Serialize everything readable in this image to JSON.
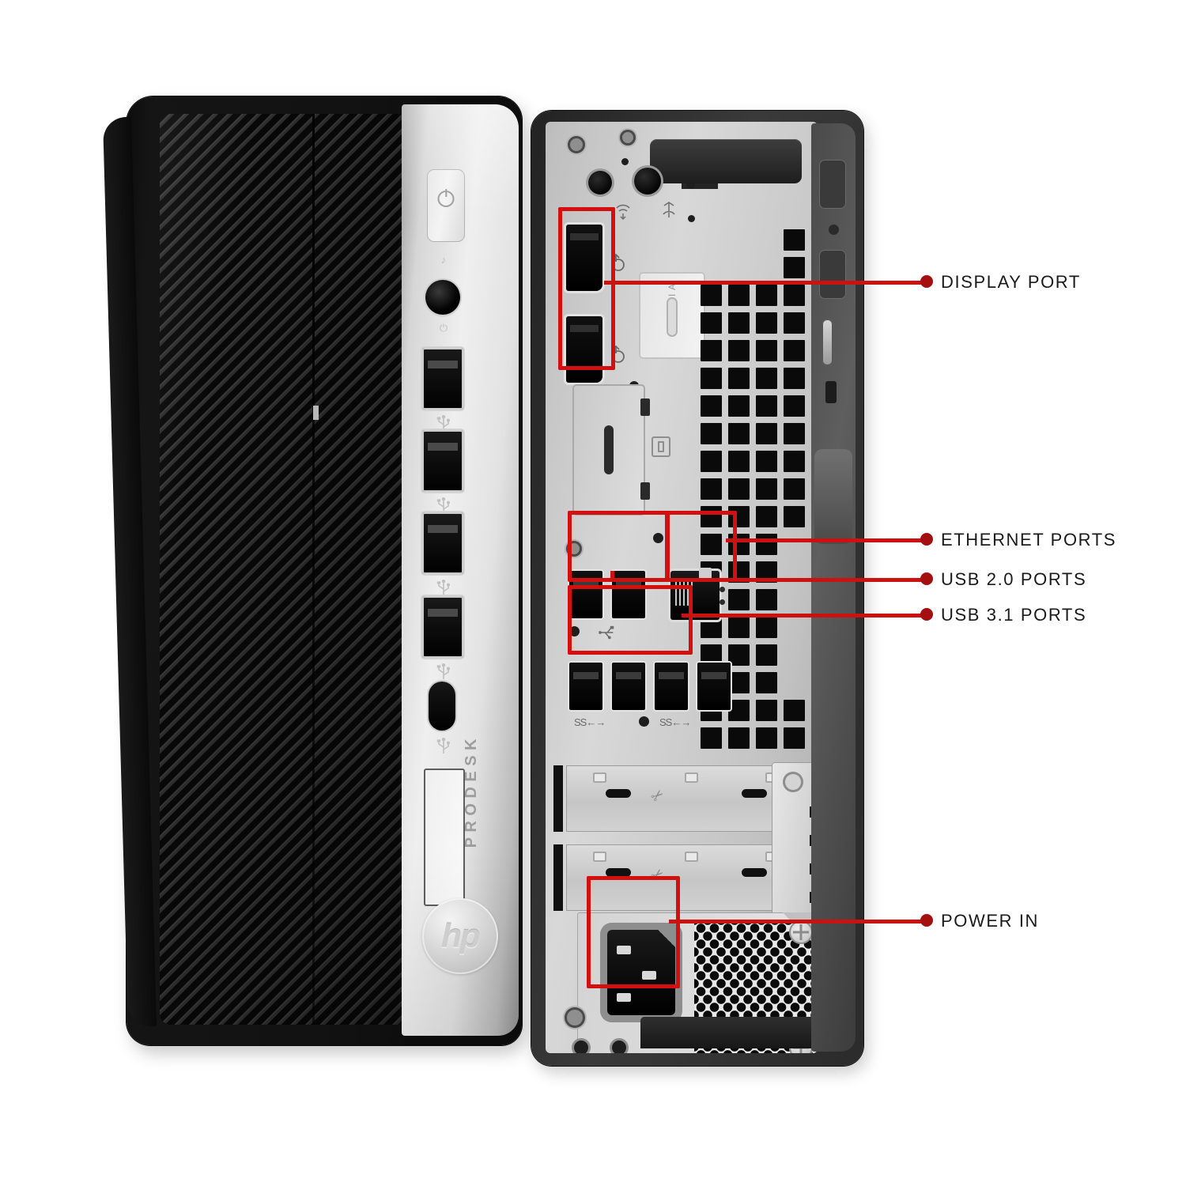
{
  "product": {
    "brand_logo": "hp",
    "model_text": "PRODESK",
    "front_view_name": "front-panel",
    "rear_view_name": "rear-io-panel"
  },
  "annotations": [
    {
      "id": "display-port",
      "label": "DISPLAY PORT",
      "target": "2 DisplayPort connectors",
      "color": "#cc1111"
    },
    {
      "id": "ethernet-ports",
      "label": "ETHERNET PORTS",
      "target": "RJ45 LAN jack",
      "color": "#cc1111"
    },
    {
      "id": "usb-20-ports",
      "label": "USB 2.0 PORTS",
      "target": "2 USB Type-A 2.0 ports",
      "color": "#cc1111"
    },
    {
      "id": "usb-31-ports",
      "label": "USB 3.1 PORTS",
      "target": "4 USB Type-A 3.1 ports",
      "color": "#cc1111"
    },
    {
      "id": "power-in",
      "label": "POWER IN",
      "target": "IEC C14 power inlet",
      "color": "#cc1111"
    }
  ],
  "front_ports": {
    "power_button": "power-button",
    "headphone_jack": "headphone-jack",
    "usb_a_ports": 4,
    "usb_c_ports": 1,
    "optical_bay": "optical-drive-bay"
  },
  "rear_ports": {
    "displayport": 2,
    "usb_2_0": 2,
    "usb_3_1": 4,
    "ethernet": 1,
    "expansion_slots": 2,
    "power_inlet": 1,
    "antenna_openings": 2
  },
  "colors": {
    "annotation_red": "#cc1111",
    "dot_red": "#a40f0f",
    "label_text": "#1a1a1a",
    "chassis_black": "#121212",
    "chassis_silver": "#d8d8d8",
    "background": "#ffffff"
  }
}
